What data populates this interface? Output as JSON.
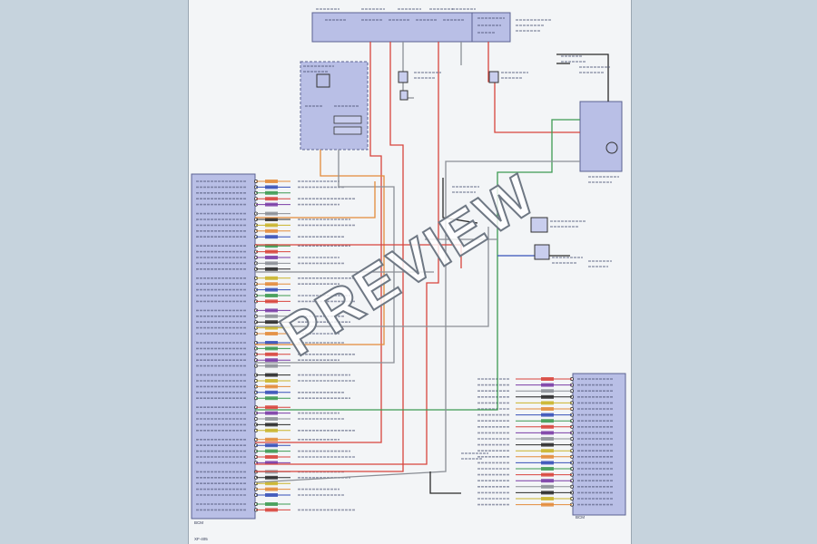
{
  "watermark": "PREVIEW",
  "colors": {
    "module_fill": "#b9bfe6",
    "module_stroke": "#5b6292",
    "sheet": "#f3f5f7",
    "wire_red": "#d8443c",
    "wire_orange": "#e38b3a",
    "wire_green": "#3d9a52",
    "wire_blue": "#3650b8",
    "wire_purple": "#7a3ca6",
    "wire_gray": "#8b8f96",
    "wire_black": "#2a2a2a",
    "wire_yellow": "#c9b42a"
  },
  "visible_text": {
    "sheet_footer": "XF-405",
    "left_module_label": "BCM",
    "right_module_label": "BCM"
  },
  "wire_label_colors": [
    "BRN/WHT",
    "BLU",
    "GRN",
    "RED/BLK",
    "ORG/BLU",
    "WHT",
    "GRY",
    "YEL",
    "VIO/WHT",
    "BLK/RED",
    "LT GRN",
    "PNK",
    "DK BLU",
    "TAN/BLK",
    "BRN",
    "GRY/BLK",
    "VIO",
    "ORG",
    "BLK",
    "YEL/BLK"
  ]
}
